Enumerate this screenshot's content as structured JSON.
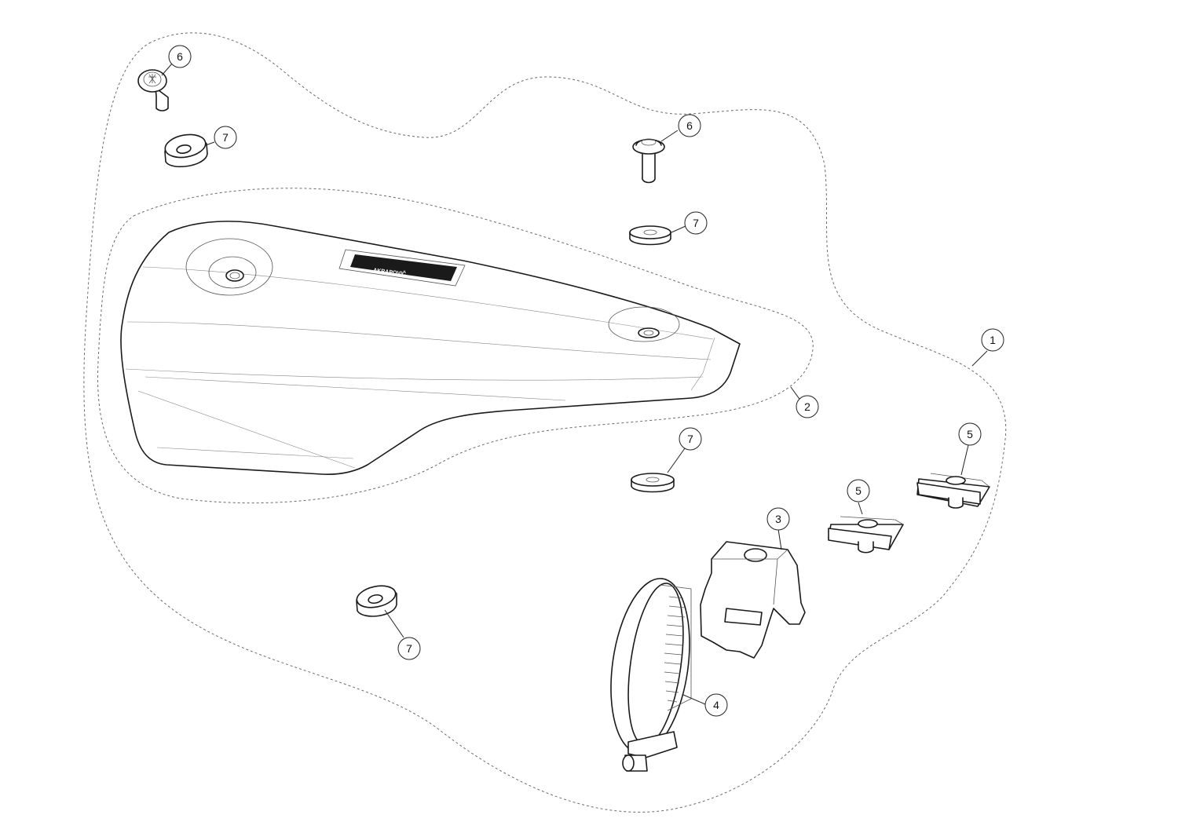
{
  "diagram": {
    "title": "Exploded parts view — heat shield assembly",
    "callouts": [
      {
        "id": "c1",
        "label": "1"
      },
      {
        "id": "c2",
        "label": "2"
      },
      {
        "id": "c3",
        "label": "3"
      },
      {
        "id": "c4",
        "label": "4"
      },
      {
        "id": "c5a",
        "label": "5"
      },
      {
        "id": "c5b",
        "label": "5"
      },
      {
        "id": "c6a",
        "label": "6"
      },
      {
        "id": "c6b",
        "label": "6"
      },
      {
        "id": "c7a",
        "label": "7"
      },
      {
        "id": "c7b",
        "label": "7"
      },
      {
        "id": "c7c",
        "label": "7"
      },
      {
        "id": "c7d",
        "label": "7"
      }
    ],
    "logo": "AKRAPOVIČ"
  },
  "colors": {
    "line": "#1a1a1a",
    "dashed_outline": "#6b6b6b",
    "background": "#ffffff"
  }
}
